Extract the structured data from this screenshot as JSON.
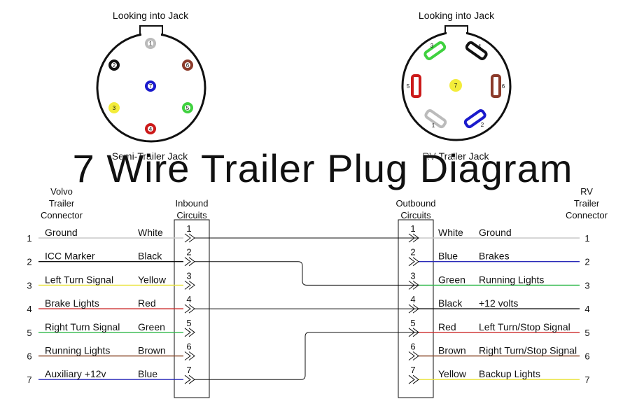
{
  "semi_jack": {
    "caption_top": "Looking into Jack",
    "caption_bottom": "Semi-Trailer Jack",
    "pins": [
      {
        "label": "1",
        "color": "#bbbbbb"
      },
      {
        "label": "2",
        "color": "#111111"
      },
      {
        "label": "3",
        "color": "#f3ec3a"
      },
      {
        "label": "4",
        "color": "#cc1a1a"
      },
      {
        "label": "5",
        "color": "#3fd13f"
      },
      {
        "label": "6",
        "color": "#8b3a2a"
      },
      {
        "label": "7",
        "color": "#1a1acc"
      }
    ]
  },
  "rv_jack": {
    "caption_top": "Looking into Jack",
    "caption_bottom": "RV-Trailer Jack",
    "pins": [
      {
        "label": "1",
        "color": "#bbbbbb"
      },
      {
        "label": "2",
        "color": "#1a1acc"
      },
      {
        "label": "3",
        "color": "#3fd13f"
      },
      {
        "label": "4",
        "color": "#111111"
      },
      {
        "label": "5",
        "color": "#cc1a1a"
      },
      {
        "label": "6",
        "color": "#8b3a2a"
      },
      {
        "label": "7",
        "color": "#f3ec3a"
      }
    ]
  },
  "title": "7 Wire Trailer Plug Diagram",
  "left_header": [
    "Volvo",
    "Trailer",
    "Connector"
  ],
  "inbound_header": [
    "Inbound",
    "Circuits"
  ],
  "outbound_header": [
    "Outbound",
    "Circuits"
  ],
  "right_header": [
    "RV",
    "Trailer",
    "Connector"
  ],
  "left_rows": [
    {
      "num": "1",
      "function": "Ground",
      "color_name": "White",
      "wire": "#c8c8c8"
    },
    {
      "num": "2",
      "function": "ICC Marker",
      "color_name": "Black",
      "wire": "#111111"
    },
    {
      "num": "3",
      "function": "Left Turn Signal",
      "color_name": "Yellow",
      "wire": "#e9e23a"
    },
    {
      "num": "4",
      "function": "Brake Lights",
      "color_name": "Red",
      "wire": "#cc2a2a"
    },
    {
      "num": "5",
      "function": "Right Turn Signal",
      "color_name": "Green",
      "wire": "#2fb84a"
    },
    {
      "num": "6",
      "function": "Running Lights",
      "color_name": "Brown",
      "wire": "#8a4a2a"
    },
    {
      "num": "7",
      "function": "Auxiliary +12v",
      "color_name": "Blue",
      "wire": "#2a2ab8"
    }
  ],
  "right_rows": [
    {
      "num": "1",
      "function": "Ground",
      "color_name": "White",
      "wire": "#c8c8c8"
    },
    {
      "num": "2",
      "function": "Brakes",
      "color_name": "Blue",
      "wire": "#2a2ab8"
    },
    {
      "num": "3",
      "function": "Running Lights",
      "color_name": "Green",
      "wire": "#2fb84a"
    },
    {
      "num": "4",
      "function": "+12 volts",
      "color_name": "Black",
      "wire": "#111111"
    },
    {
      "num": "5",
      "function": "Left Turn/Stop Signal",
      "color_name": "Red",
      "wire": "#cc2a2a"
    },
    {
      "num": "6",
      "function": "Right Turn/Stop Signal",
      "color_name": "Brown",
      "wire": "#8a4a2a"
    },
    {
      "num": "7",
      "function": "Backup Lights",
      "color_name": "Yellow",
      "wire": "#e9e23a"
    }
  ],
  "circuit_numbers": [
    "1",
    "2",
    "3",
    "4",
    "5",
    "6",
    "7"
  ],
  "connections": [
    [
      1,
      1
    ],
    [
      2,
      3
    ],
    [
      4,
      4
    ],
    [
      7,
      5
    ]
  ]
}
